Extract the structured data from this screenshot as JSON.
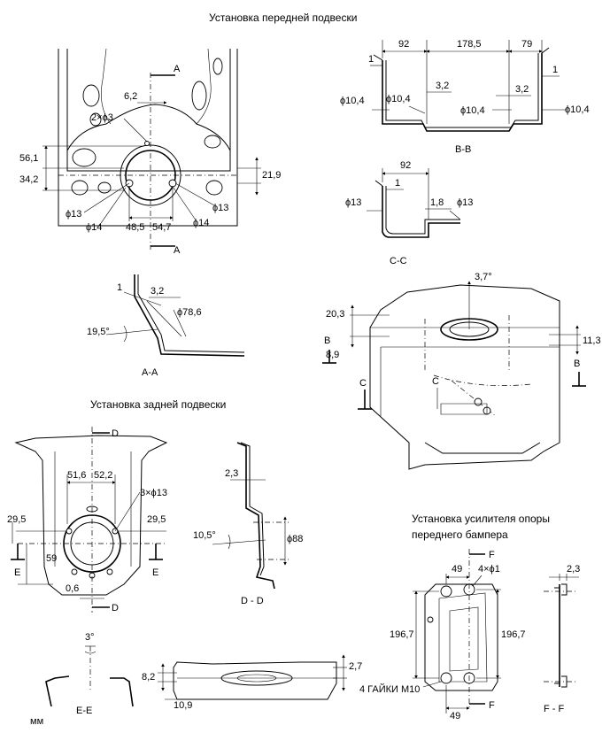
{
  "titles": {
    "front": "Установка передней подвески",
    "rear": "Установка задней подвески",
    "bumper_line1": "Установка усилителя опоры",
    "bumper_line2": "переднего бампера"
  },
  "section_labels": {
    "bb": "B-B",
    "cc": "C-C",
    "aa": "A-A",
    "dd": "D - D",
    "ee": "E-E",
    "ff": "F - F"
  },
  "unit": "мм",
  "markers": {
    "a": "A",
    "b": "B",
    "c": "C",
    "d": "D",
    "e": "E",
    "f": "F"
  },
  "front": {
    "dim_6_2": "6,2",
    "holes_2x3": "2×ϕ3",
    "dim_56_1": "56,1",
    "dim_34_2": "34,2",
    "dim_21_9": "21,9",
    "dia13_left": "ϕ13",
    "dia14_left": "ϕ14",
    "dia13_right": "ϕ13",
    "dia14_right": "ϕ14",
    "dim_48_5": "48,5",
    "dim_54_7": "54,7"
  },
  "aa": {
    "dim_1": "1",
    "dim_3_2": "3,2",
    "dia78_6": "ϕ78,6",
    "angle_19_5": "19,5°"
  },
  "bb": {
    "dim_92": "92",
    "dim_178_5": "178,5",
    "dim_79": "79",
    "dim_1_left": "1",
    "dim_1_right": "1",
    "dim_3_2_a": "3,2",
    "dim_3_2_b": "3,2",
    "dia10_4_a": "ϕ10,4",
    "dia10_4_b": "ϕ10,4",
    "dia10_4_c": "ϕ10,4",
    "dia10_4_d": "ϕ10,4"
  },
  "cc": {
    "dim_92": "92",
    "dim_1": "1",
    "dim_1_8": "1,8",
    "dia13_left": "ϕ13",
    "dia13_right": "ϕ13"
  },
  "iso": {
    "angle_3_7": "3,7°",
    "dim_20_3": "20,3",
    "dim_8_9": "8,9",
    "dim_11_3": "11,3"
  },
  "rear": {
    "dim_51_6": "51,6",
    "dim_52_2": "52,2",
    "holes_3x13": "3×ϕ13",
    "dim_29_5_left": "29,5",
    "dim_29_5_right": "29,5",
    "dim_59": "59",
    "dim_0_6": "0,6"
  },
  "dd": {
    "dim_2_3": "2,3",
    "angle_10_5": "10,5°",
    "dia88": "ϕ88"
  },
  "ee": {
    "angle_3": "3°"
  },
  "bottom": {
    "dim_8_2": "8,2",
    "dim_10_9": "10,9",
    "dim_2_7": "2,7"
  },
  "bumper": {
    "dim_49_top": "49",
    "holes_4x1": "4×ϕ1",
    "dim_196_7_left": "196,7",
    "dim_196_7_right": "196,7",
    "nuts": "4 ГАЙКИ М10",
    "dim_49_bottom": "49"
  },
  "ff": {
    "dim_2_3": "2,3"
  }
}
